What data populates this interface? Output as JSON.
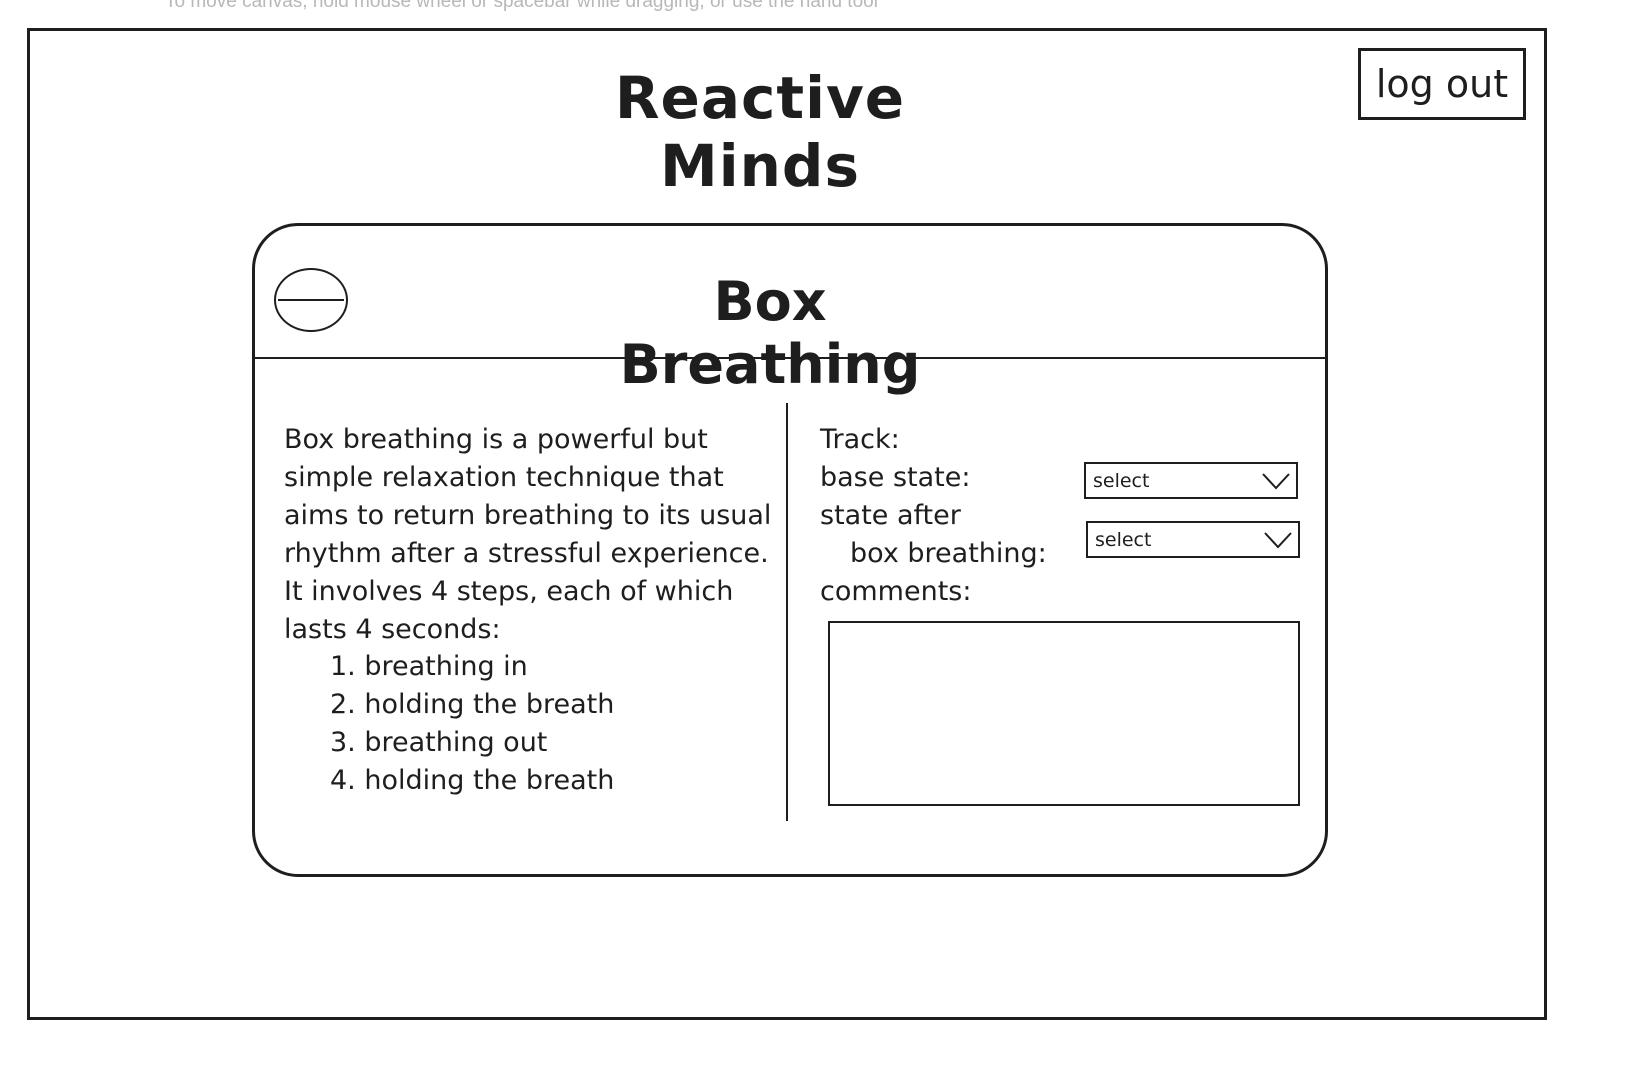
{
  "canvas_hint": "To move canvas, hold mouse wheel or spacebar while dragging, or use the hand tool",
  "header": {
    "title": "Reactive Minds",
    "logout_label": "log out"
  },
  "card": {
    "title": "Box Breathing",
    "description": "Box breathing is a powerful but simple relaxation technique that aims to return breathing to its usual rhythm after a stressful experience. It involves 4 steps, each of which lasts 4 seconds:",
    "steps": [
      "1. breathing in",
      "2. holding the breath",
      "3. breathing out",
      "4. holding the breath"
    ]
  },
  "tracker": {
    "heading": "Track:",
    "base_state_label": "base state:",
    "base_state_value": "select",
    "after_state_label_line1": "state after",
    "after_state_label_line2": "box breathing:",
    "after_state_value": "select",
    "comments_label": "comments:",
    "comments_value": ""
  },
  "icons": {
    "back": "circle-minus-icon",
    "dropdown": "chevron-down-icon"
  }
}
